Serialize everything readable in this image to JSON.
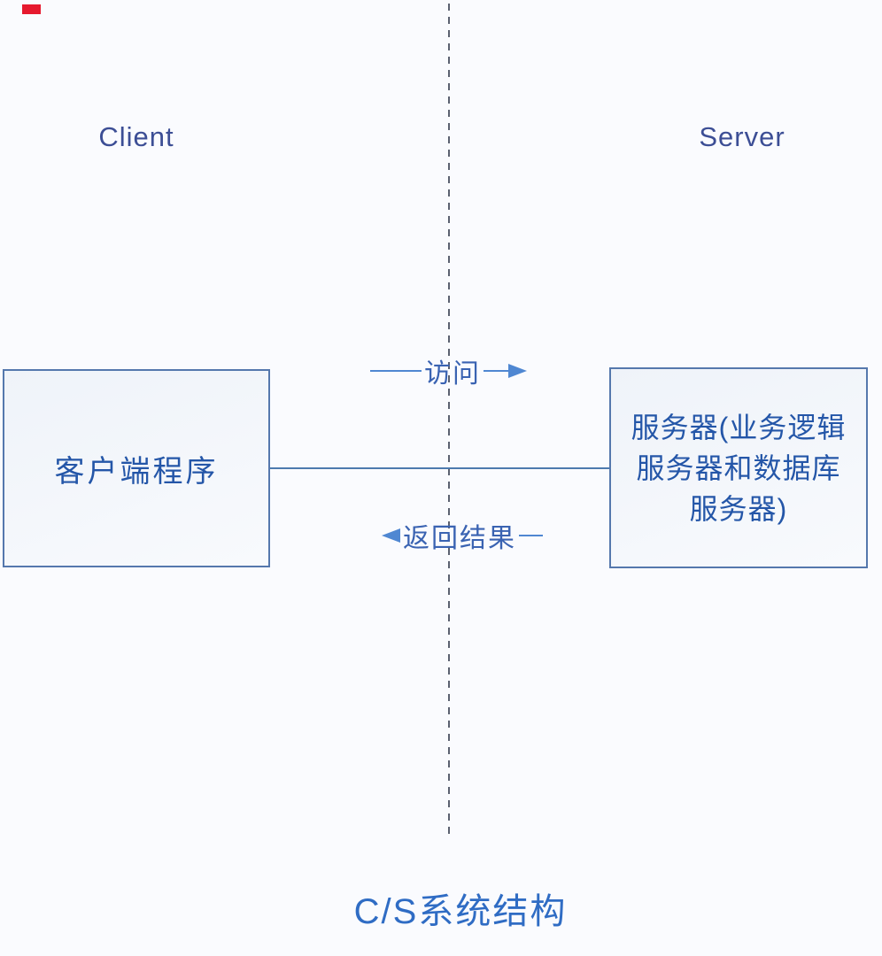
{
  "diagram": {
    "title": "C/S系统结构",
    "zones": {
      "client_label": "Client",
      "server_label": "Server"
    },
    "nodes": {
      "client_box_label": "客户端程序",
      "server_box_label": "服务器(业务逻辑服务器和数据库服务器)",
      "server_box_lines": [
        "服务器(业务逻辑",
        "服务器和数据库",
        "服务器)"
      ]
    },
    "arrows": {
      "request_label": "访问",
      "request_direction": "left-to-right",
      "response_label": "返回结果",
      "response_direction": "right-to-left"
    }
  },
  "colors": {
    "background": "#fafbfe",
    "box_border": "#5578ad",
    "box_text": "#2456a8",
    "zone_label": "#3c4e95",
    "arrow_blue": "#4f87d2",
    "arrow_text": "#3a63b2",
    "connector": "#4d7aae",
    "dash": "#5b6170",
    "title_text": "#2f6cc4",
    "red_mark": "#e6192e"
  }
}
